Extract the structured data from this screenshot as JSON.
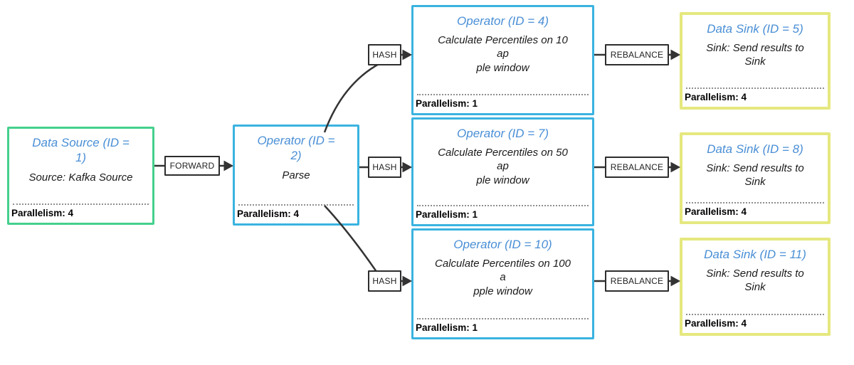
{
  "colors": {
    "source_border": "#45d08d",
    "operator_border": "#3ab3e0",
    "sink_border": "#e5e87e",
    "title_text": "#4a8fd6",
    "edge": "#333333"
  },
  "nodes": {
    "source_1": {
      "title": "Data Source (ID =\n1)",
      "description": "Source: Kafka Source",
      "parallelism": "Parallelism: 4"
    },
    "operator_2": {
      "title": "Operator (ID =\n2)",
      "description": "Parse",
      "parallelism": "Parallelism: 4"
    },
    "operator_4": {
      "title": "Operator (ID = 4)",
      "description": "Calculate Percentiles on 10\nap\nple window",
      "parallelism": "Parallelism: 1"
    },
    "operator_7": {
      "title": "Operator (ID = 7)",
      "description": "Calculate Percentiles on 50\nap\nple window",
      "parallelism": "Parallelism: 1"
    },
    "operator_10": {
      "title": "Operator (ID = 10)",
      "description": "Calculate Percentiles on 100\na\npple window",
      "parallelism": "Parallelism: 1"
    },
    "sink_5": {
      "title": "Data Sink (ID = 5)",
      "description": "Sink: Send results to\nSink",
      "parallelism": "Parallelism: 4"
    },
    "sink_8": {
      "title": "Data Sink (ID = 8)",
      "description": "Sink: Send results to\nSink",
      "parallelism": "Parallelism: 4"
    },
    "sink_11": {
      "title": "Data Sink (ID = 11)",
      "description": "Sink: Send results to\nSink",
      "parallelism": "Parallelism: 4"
    }
  },
  "edges": {
    "forward": {
      "label": "FORWARD"
    },
    "hash_top": {
      "label": "HASH"
    },
    "hash_middle": {
      "label": "HASH"
    },
    "hash_bottom": {
      "label": "HASH"
    },
    "rebalance_top": {
      "label": "REBALANCE"
    },
    "rebalance_middle": {
      "label": "REBALANCE"
    },
    "rebalance_bottom": {
      "label": "REBALANCE"
    }
  }
}
